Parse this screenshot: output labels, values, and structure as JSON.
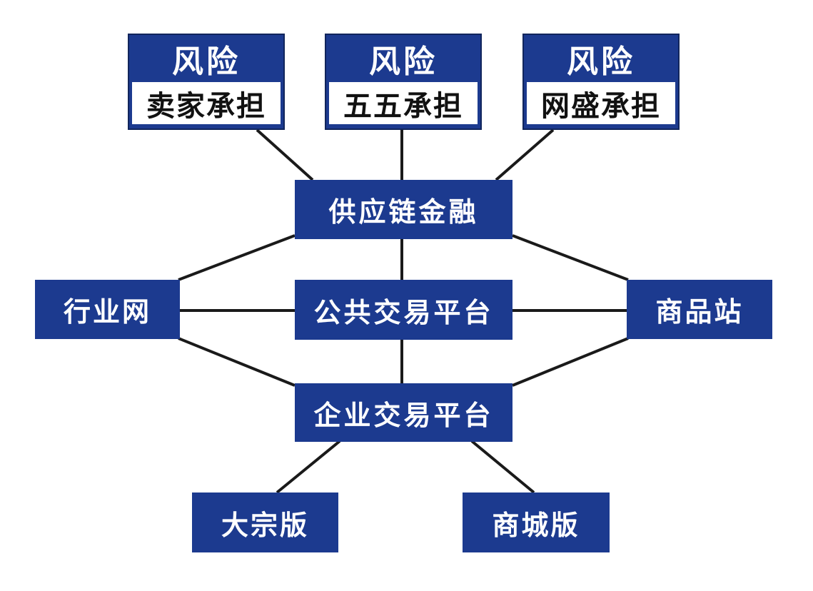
{
  "risk_boxes": [
    {
      "title": "风险",
      "bearer": "卖家承担"
    },
    {
      "title": "风险",
      "bearer": "五五承担"
    },
    {
      "title": "风险",
      "bearer": "网盛承担"
    }
  ],
  "center": {
    "supply_chain_finance": "供应链金融",
    "public_platform": "公共交易平台",
    "enterprise_platform": "企业交易平台"
  },
  "sides": {
    "industry_net": "行业网",
    "commodity_site": "商品站"
  },
  "editions": {
    "bulk": "大宗版",
    "mall": "商城版"
  },
  "colors": {
    "node_fill": "#1c3a8f",
    "node_text": "#ffffff",
    "connector": "#1a1a1a",
    "background": "#ffffff"
  }
}
